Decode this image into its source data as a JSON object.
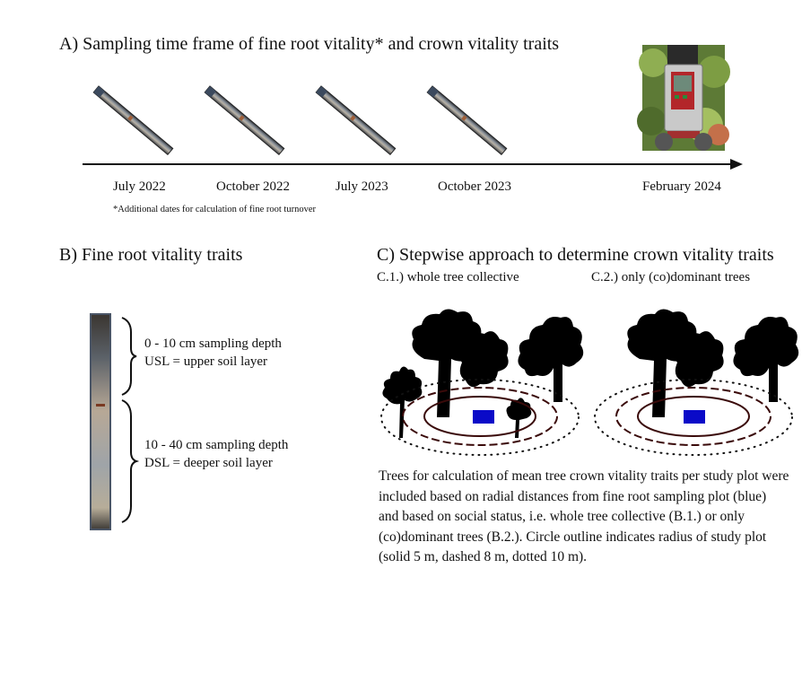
{
  "section_a": {
    "title": "A) Sampling time frame of fine root vitality* and crown vitality traits",
    "timeline": [
      {
        "label": "July 2022",
        "image": "soil-core"
      },
      {
        "label": "October 2022",
        "image": "soil-core"
      },
      {
        "label": "July 2023",
        "image": "soil-core"
      },
      {
        "label": "October 2023",
        "image": "soil-core"
      },
      {
        "label": "February 2024",
        "image": "terrestrial-laser-scanner"
      }
    ],
    "footnote": "*Additional dates for calculation of fine root turnover"
  },
  "section_b": {
    "title": "B) Fine root vitality traits",
    "upper": {
      "depth": "0 - 10 cm sampling depth",
      "abbr": "USL = upper soil layer"
    },
    "deeper": {
      "depth": "10 - 40 cm sampling depth",
      "abbr": "DSL = deeper soil layer"
    }
  },
  "section_c": {
    "title": "C) Stepwise approach to determine crown vitality traits",
    "c1_label": "C.1.) whole tree collective",
    "c2_label": "C.2.) only (co)dominant trees",
    "caption_lines": [
      "Trees for calculation of mean tree crown vitality traits per study plot were",
      "included based on radial distances from fine root sampling plot (blue)",
      "and based on social status, i.e. whole tree collective (B.1.) or only",
      "(co)dominant trees (B.2.). Circle outline indicates radius of study plot",
      "(solid 5 m, dashed 8 m, dotted 10 m)."
    ]
  },
  "colors": {
    "plot_marker": "#0a0ac8",
    "ring": "#3a0a0a",
    "tree": "#000000"
  }
}
